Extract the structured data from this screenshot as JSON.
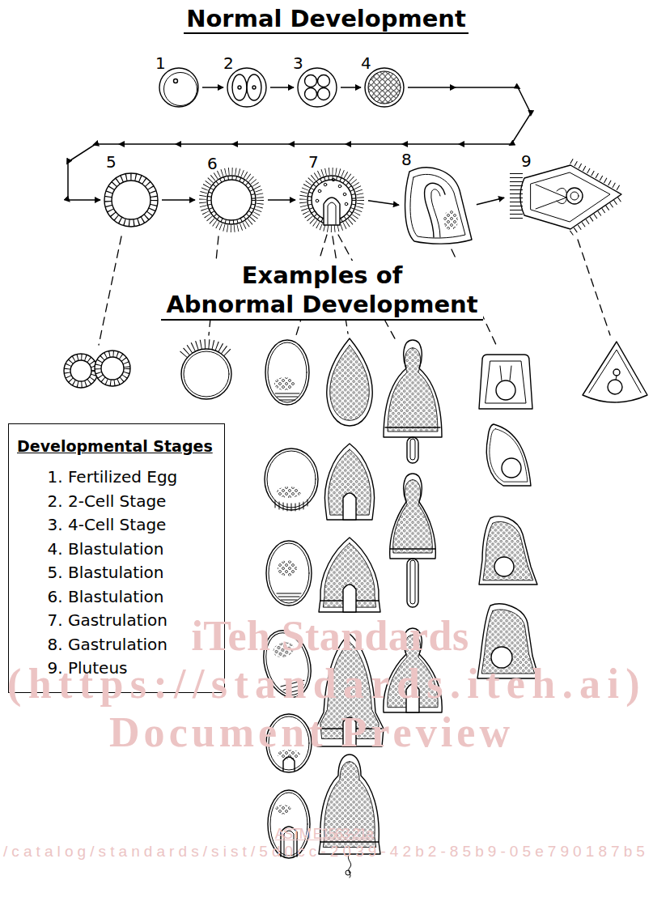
{
  "diagram": {
    "title": "Normal Development",
    "nodes": [
      {
        "text": [
          "1"
        ]
      },
      {
        "text": [
          "2"
        ]
      },
      {
        "text": [
          "3"
        ]
      },
      {
        "text": [
          "4"
        ]
      },
      {
        "text": [
          "5"
        ]
      },
      {
        "text": [
          "6"
        ]
      },
      {
        "text": [
          "7"
        ]
      },
      {
        "text": [
          "8"
        ]
      },
      {
        "text": [
          "9"
        ]
      },
      {
        "text": [
          "Developmental Stages",
          "1. Fertilized Egg",
          "2. 2-Cell Stage",
          "3. 4-Cell Stage",
          "4. Blastulation",
          "5. Blastulation",
          "6. Blastulation",
          "7. Gastrulation",
          "8. Gastrulation",
          "9. Pluteus"
        ]
      }
    ],
    "edges": [
      {
        "from": 0,
        "to": 1,
        "arrow": "to"
      },
      {
        "from": 1,
        "to": 2,
        "arrow": "to"
      },
      {
        "from": 2,
        "to": 3,
        "arrow": "to"
      },
      {
        "from": 3,
        "to": 4,
        "arrow": "to"
      },
      {
        "from": 4,
        "to": 5,
        "arrow": "to"
      },
      {
        "from": 5,
        "to": 6,
        "arrow": "to"
      },
      {
        "from": 6,
        "to": 7,
        "arrow": "to"
      },
      {
        "from": 7,
        "to": 8,
        "arrow": "to"
      }
    ],
    "labels": [
      "Examples of Abnormal Development",
      "iTeh Standards",
      "(https://standards.iteh.ai)",
      "Document Preview",
      "ASTM E1563-21a",
      "/catalog/standards/sist/5d0cc-2039-42b2-85b9-05e790187b5"
    ]
  }
}
